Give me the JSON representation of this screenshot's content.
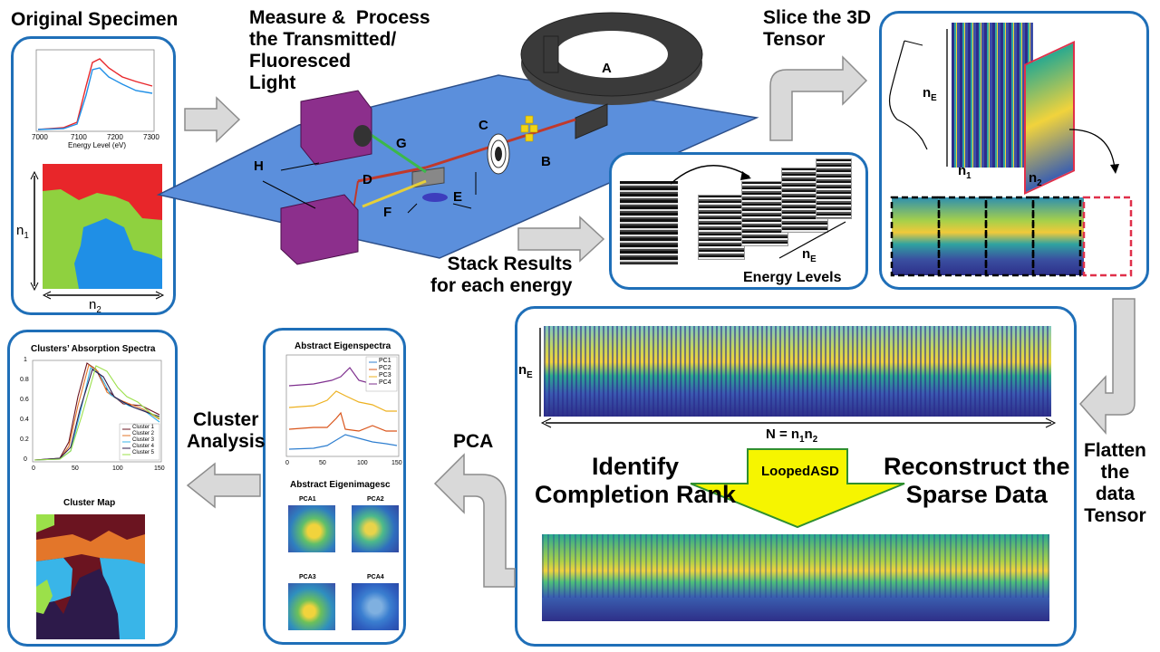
{
  "titles": {
    "original_specimen": "Original Specimen",
    "measure": "Measure &  Process\nthe Transmitted/\nFluoresced\nLight",
    "slice": "Slice the 3D\nTensor",
    "stack": "Stack Results\nfor each energy",
    "energy_levels": "Energy  Levels",
    "flatten": "Flatten\nthe\ndata\nTensor",
    "pca": "PCA",
    "cluster_analysis": "Cluster\nAnalysis",
    "identify": "Identify\nCompletion Rank",
    "reconstruct": "Reconstruct the\nSparse Data",
    "looped": "LoopedASD"
  },
  "setup_labels": [
    "A",
    "B",
    "C",
    "D",
    "E",
    "F",
    "G",
    "H"
  ],
  "specimen": {
    "xlabel": "Energy Level (eV)",
    "xticks": [
      "7000",
      "7100",
      "7200",
      "7300"
    ],
    "n1": "n",
    "n2": "n",
    "map_colors": [
      "#e8262a",
      "#8fd13f",
      "#1f8fe6"
    ]
  },
  "tensor": {
    "nE": "n",
    "n1": "n",
    "n2": "n"
  },
  "flat": {
    "nE": "n",
    "N": "N = n"
  },
  "eigenspectra": {
    "title": "Abstract Eigenspectra",
    "legend": [
      "PC1",
      "PC2",
      "PC3",
      "PC4"
    ],
    "colors": [
      "#2f7fd0",
      "#d9541a",
      "#edb120",
      "#7e2f8e"
    ],
    "xticks": [
      "0",
      "50",
      "100",
      "150"
    ]
  },
  "eigenimages": {
    "title": "Abstract Eigenimagesc",
    "labels": [
      "PCA1",
      "PCA2",
      "PCA3",
      "PCA4"
    ]
  },
  "clusters": {
    "title": "Clusters’ Absorption  Spectra",
    "legend": [
      "Cluster 1",
      "Cluster 2",
      "Cluster 3",
      "Cluster 4",
      "Cluster 5"
    ],
    "colors": [
      "#6b1420",
      "#e3762a",
      "#39b5e8",
      "#2d1a4a",
      "#9be04a"
    ],
    "yticks": [
      "0",
      "0.2",
      "0.4",
      "0.6",
      "0.8",
      "1"
    ],
    "xticks": [
      "0",
      "50",
      "100",
      "150"
    ],
    "map_title": "Cluster Map"
  }
}
